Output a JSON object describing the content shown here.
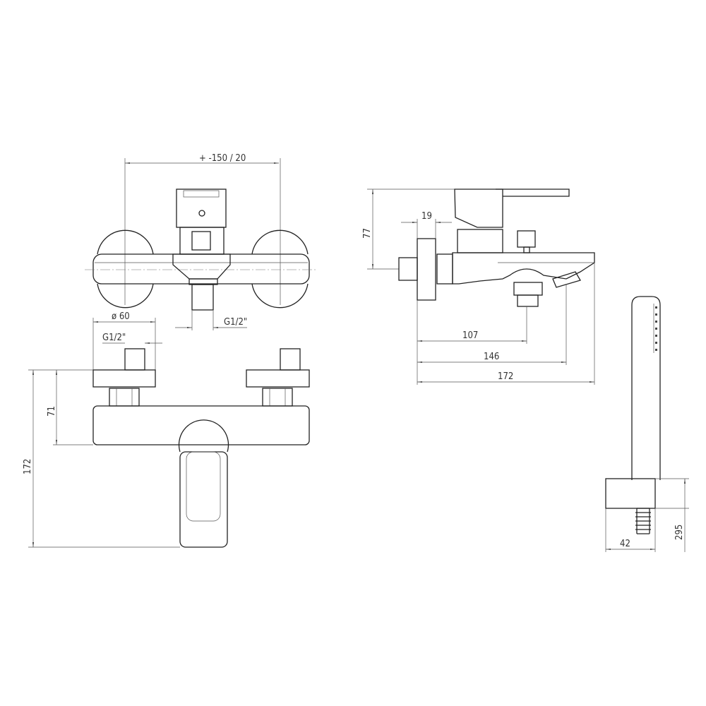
{
  "front_view": {
    "wall_spacing": "+ -150   / 20",
    "outlet_thread": "G1/2\""
  },
  "top_view": {
    "flange_diameter": "ø 60",
    "inlet_thread": "G1/2\"",
    "height_body": "71",
    "height_total": "172"
  },
  "side_view": {
    "height_lever": "77",
    "flange_depth": "19",
    "outlet_distance": "107",
    "holder_distance": "146",
    "total_depth": "172"
  },
  "hand_shower": {
    "bracket_width": "42",
    "length": "295"
  },
  "colors": {
    "line": "#222222",
    "background": "#ffffff"
  }
}
